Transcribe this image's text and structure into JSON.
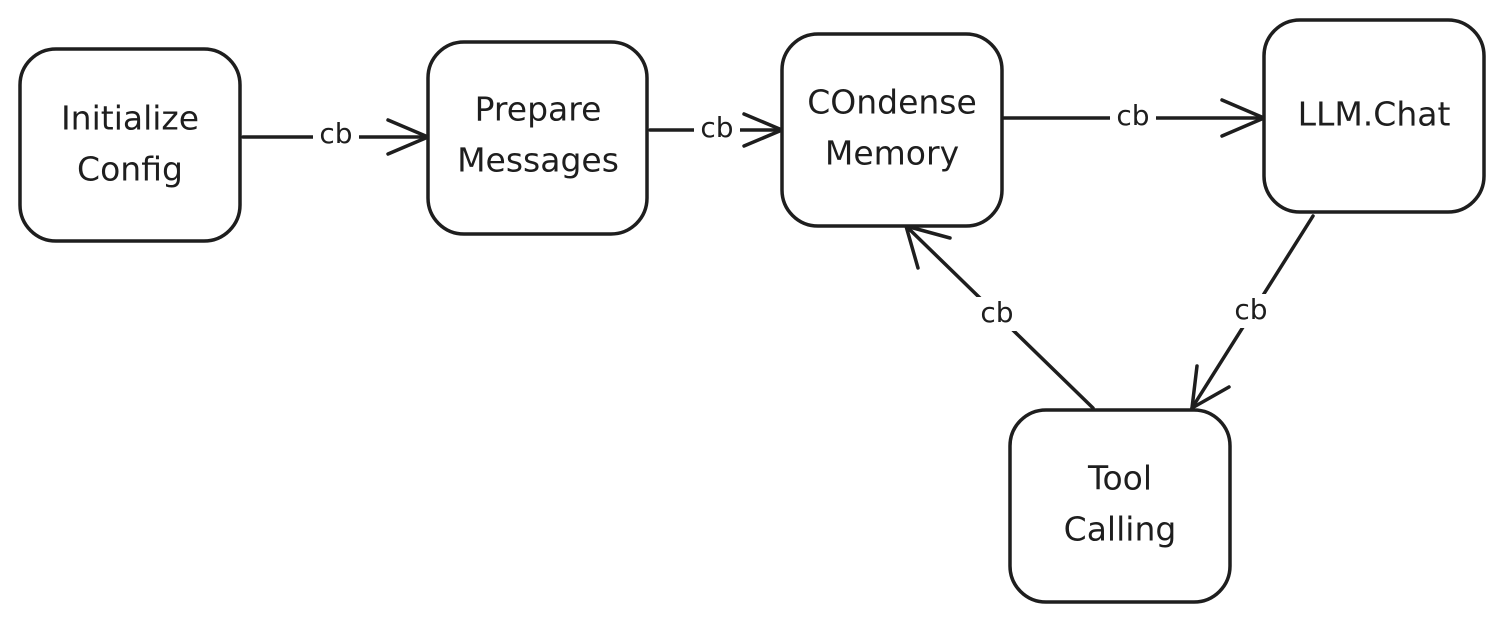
{
  "nodes": {
    "initialize_config": {
      "lines": [
        "Initialize",
        "Config"
      ]
    },
    "prepare_messages": {
      "lines": [
        "Prepare",
        "Messages"
      ]
    },
    "condense_memory": {
      "lines": [
        "COndense",
        "Memory"
      ]
    },
    "llm_chat": {
      "lines": [
        "LLM.Chat"
      ]
    },
    "tool_calling": {
      "lines": [
        "Tool",
        "Calling"
      ]
    }
  },
  "edges": {
    "init_to_prepare": {
      "label": "cb"
    },
    "prepare_to_condense": {
      "label": "cb"
    },
    "condense_to_llm": {
      "label": "cb"
    },
    "llm_to_tool": {
      "label": "cb"
    },
    "tool_to_condense": {
      "label": "cb"
    }
  },
  "colors": {
    "stroke": "#1e1e1e",
    "background": "#ffffff"
  }
}
